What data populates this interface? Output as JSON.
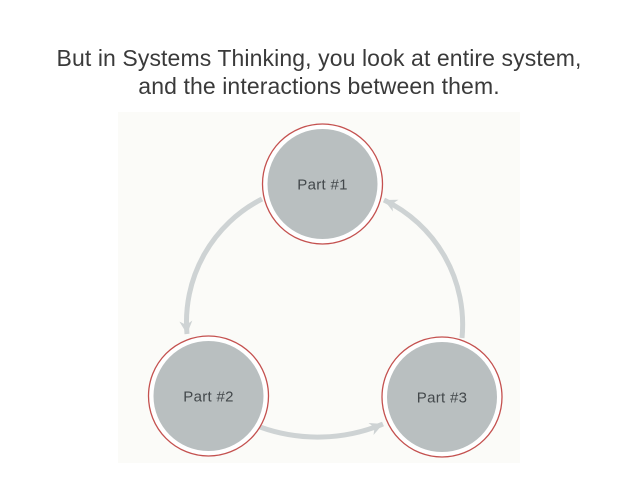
{
  "slide": {
    "title_line1": "But in Systems Thinking, you look at entire system,",
    "title_line2": "and the interactions between them."
  },
  "diagram": {
    "type": "cycle",
    "nodes": [
      {
        "id": "part-1",
        "label": "Part #1",
        "position": "top"
      },
      {
        "id": "part-2",
        "label": "Part #2",
        "position": "bottom-left"
      },
      {
        "id": "part-3",
        "label": "Part #3",
        "position": "bottom-right"
      }
    ],
    "arrows": [
      {
        "from": "Part #1",
        "to": "Part #2"
      },
      {
        "from": "Part #2",
        "to": "Part #3"
      },
      {
        "from": "Part #3",
        "to": "Part #1"
      }
    ]
  },
  "colors": {
    "page_bg": "#ffffff",
    "canvas_bg": "#fbfbf8",
    "title_text": "#3a3a3a",
    "node_fill": "#b9bfc0",
    "node_ring": "#c4514f",
    "node_halo": "#ffffff",
    "arrow": "#ced3d4",
    "label_text": "#43484b"
  }
}
